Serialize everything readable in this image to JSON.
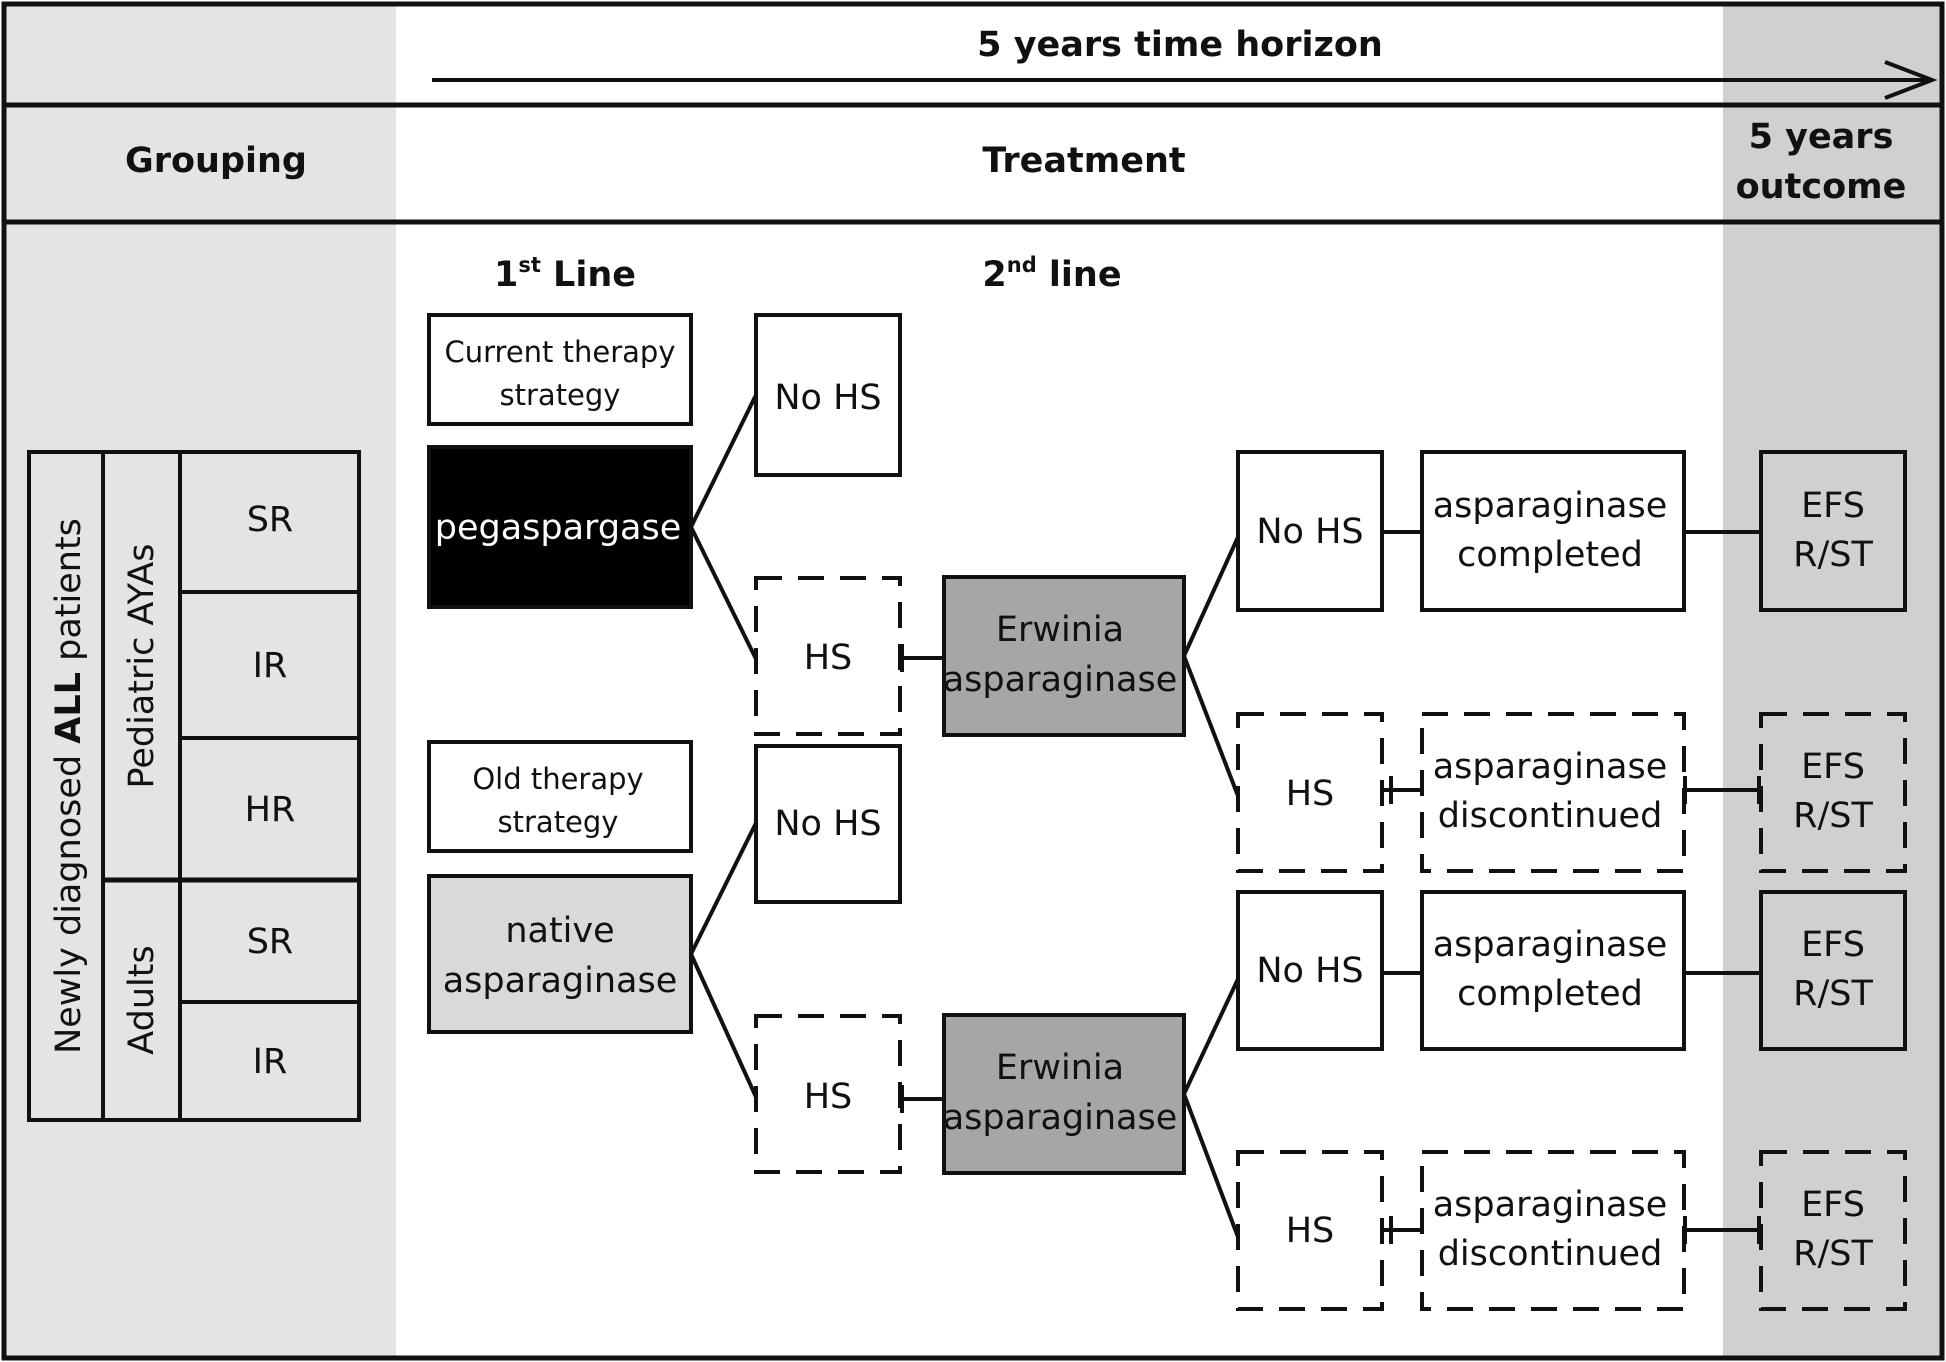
{
  "header": {
    "time_horizon": "5 years time horizon",
    "grouping": "Grouping",
    "treatment": "Treatment",
    "outcome_line1": "5 years",
    "outcome_line2": "outcome"
  },
  "lines": {
    "first_main": "1",
    "first_sup": "st",
    "first_rest": " Line",
    "second_main": "2",
    "second_sup": "nd",
    "second_rest": " line"
  },
  "grouping": {
    "population_prefix": "Newly diagnosed ",
    "population_bold": "ALL",
    "population_suffix": " patients",
    "pediatric": "Pediatric AYAs",
    "adults": "Adults",
    "pediatric_risks": [
      "SR",
      "IR",
      "HR"
    ],
    "adult_risks": [
      "SR",
      "IR"
    ]
  },
  "strategies": {
    "current": [
      "Current therapy",
      "strategy"
    ],
    "old": [
      "Old therapy",
      "strategy"
    ],
    "pegaspargase": "pegaspargase",
    "native": [
      "native",
      "asparaginase"
    ]
  },
  "nodes": {
    "no_hs": "No HS",
    "hs": "HS",
    "erwinia": [
      "Erwinia",
      "asparaginase"
    ],
    "completed": [
      "asparaginase",
      "completed"
    ],
    "discontinued": [
      "asparaginase",
      "discontinued"
    ],
    "outcome": [
      "EFS",
      "R/ST"
    ]
  },
  "colors": {
    "left_panel": "#e4e4e4",
    "outcome_panel": "#d0d0d0",
    "pegaspargase_fill": "#000000",
    "native_fill": "#d9d9d9",
    "erwinia_fill": "#a6a6a6",
    "outcome_fill": "#d0d0d0",
    "stroke": "#111111"
  }
}
